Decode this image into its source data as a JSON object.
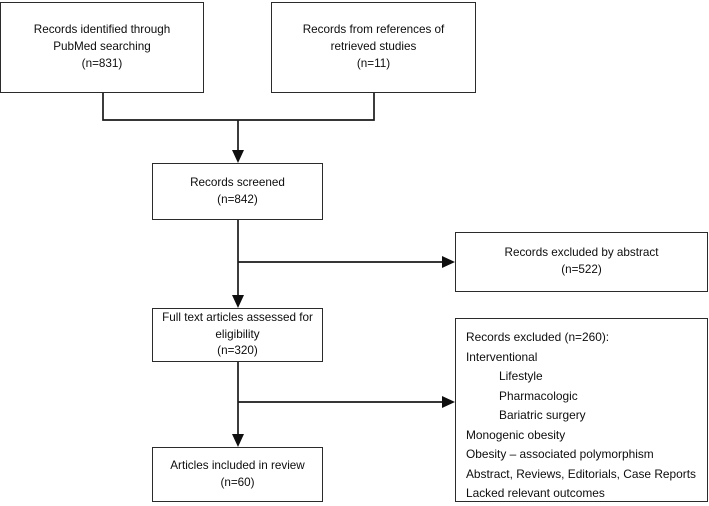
{
  "diagram": {
    "title": "PRISMA study selection flow diagram",
    "stroke_color": "#1a1a1a",
    "box_border_color": "#2b2b2b",
    "background_color": "#ffffff",
    "nodes": {
      "identified_pubmed": {
        "text": "Records identified through\nPubMed searching\n(n=831)",
        "count_label": "(n=831)",
        "count": 831
      },
      "identified_references": {
        "text": "Records from references of\nretrieved studies\n(n=11)",
        "count_label": "(n=11)",
        "count": 11
      },
      "records_screened": {
        "text": "Records screened\n(n=842)",
        "count_label": "(n=842)",
        "count": 842
      },
      "excluded_by_abstract": {
        "text": "Records excluded by abstract\n(n=522)",
        "count_label": "(n=522)",
        "count": 522
      },
      "full_text_assessed": {
        "text": "Full text articles assessed for\neligibility\n(n=320)",
        "count_label": "(n=320)",
        "count": 320
      },
      "excluded_full_text": {
        "text": "Records excluded (n=260):\nInterventional\n          Lifestyle\n          Pharmacologic\n          Bariatric surgery\nMonogenic obesity\nObesity – associated polymorphism\nAbstract, Reviews, Editorials, Case Reports\nLacked relevant outcomes",
        "heading": "Records excluded (n=260):",
        "count": 260,
        "reasons": [
          "Interventional",
          "Lifestyle",
          "Pharmacologic",
          "Bariatric surgery",
          "Monogenic obesity",
          "Obesity – associated polymorphism",
          "Abstract, Reviews, Editorials, Case Reports",
          "Lacked relevant outcomes"
        ]
      },
      "articles_included": {
        "text": "Articles included in review\n(n=60)",
        "count_label": "(n=60)",
        "count": 60
      }
    }
  },
  "chart_data": {
    "type": "diagram",
    "title": "PRISMA flow diagram of study selection",
    "stages": [
      {
        "id": "identified_pubmed",
        "label": "Records identified through PubMed searching",
        "n": 831
      },
      {
        "id": "identified_references",
        "label": "Records from references of retrieved studies",
        "n": 11
      },
      {
        "id": "records_screened",
        "label": "Records screened",
        "n": 842
      },
      {
        "id": "excluded_by_abstract",
        "label": "Records excluded by abstract",
        "n": 522
      },
      {
        "id": "full_text_assessed",
        "label": "Full text articles assessed for eligibility",
        "n": 320
      },
      {
        "id": "excluded_full_text",
        "label": "Records excluded",
        "n": 260
      },
      {
        "id": "articles_included",
        "label": "Articles included in review",
        "n": 60
      }
    ],
    "edges": [
      {
        "from": "identified_pubmed",
        "to": "records_screened"
      },
      {
        "from": "identified_references",
        "to": "records_screened"
      },
      {
        "from": "records_screened",
        "to": "excluded_by_abstract"
      },
      {
        "from": "records_screened",
        "to": "full_text_assessed"
      },
      {
        "from": "full_text_assessed",
        "to": "excluded_full_text"
      },
      {
        "from": "full_text_assessed",
        "to": "articles_included"
      }
    ]
  }
}
